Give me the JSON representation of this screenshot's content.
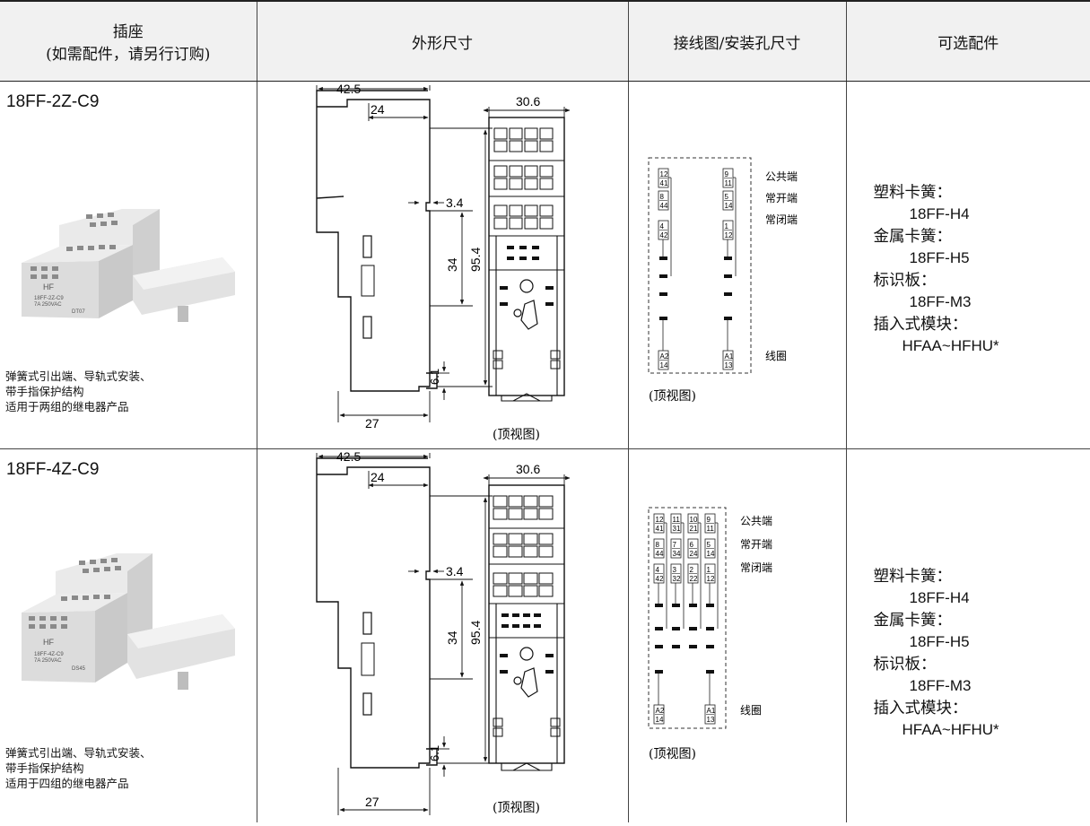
{
  "headers": {
    "socket_line1": "插座",
    "socket_line2": "(如需配件，请另行订购)",
    "dimensions": "外形尺寸",
    "wiring": "接线图/安装孔尺寸",
    "accessories": "可选配件"
  },
  "rows": [
    {
      "model": "18FF-2Z-C9",
      "desc": [
        "弹簧式引出端、导轨式安装、",
        "带手指保护结构",
        "适用于两组的继电器产品"
      ],
      "photo": {
        "brand": "HF",
        "model": "18FF-2Z-C9",
        "rating": "7A 250VAC",
        "cert": "DT07"
      },
      "dims": {
        "width": "42.5",
        "step": "24",
        "gap": "3.4",
        "inner": "34",
        "height": "95.4",
        "foot": "6.1",
        "base": "27",
        "top_width": "30.6",
        "top_view": "(顶视图)"
      },
      "wiring": {
        "columns": [
          {
            "top": [
              "12",
              "41"
            ],
            "mid": [
              "8",
              "44"
            ],
            "low": [
              "4",
              "42"
            ],
            "coil": [
              "A2",
              "14"
            ]
          },
          {
            "top": [
              "9",
              "11"
            ],
            "mid": [
              "5",
              "14"
            ],
            "low": [
              "1",
              "12"
            ],
            "coil": [
              "A1",
              "13"
            ]
          }
        ],
        "legend_common": "公共端",
        "legend_no": "常开端",
        "legend_nc": "常闭端",
        "legend_coil": "线圈",
        "top_view": "(顶视图)"
      },
      "accessories": [
        {
          "label": "塑料卡簧：",
          "value": "18FF-H4"
        },
        {
          "label": "金属卡簧：",
          "value": "18FF-H5"
        },
        {
          "label": "标识板：",
          "value": "18FF-M3"
        },
        {
          "label": "插入式模块：",
          "value": "HFAA~HFHU*"
        }
      ]
    },
    {
      "model": "18FF-4Z-C9",
      "desc": [
        "弹簧式引出端、导轨式安装、",
        "带手指保护结构",
        "适用于四组的继电器产品"
      ],
      "photo": {
        "brand": "HF",
        "model": "18FF-4Z-C9",
        "rating": "7A 250VAC",
        "cert": "DS45"
      },
      "dims": {
        "width": "42.5",
        "step": "24",
        "gap": "3.4",
        "inner": "34",
        "height": "95.4",
        "foot": "6.1",
        "base": "27",
        "top_width": "30.6",
        "top_view": "(顶视图)"
      },
      "wiring": {
        "columns": [
          {
            "top": [
              "12",
              "41"
            ],
            "mid": [
              "8",
              "44"
            ],
            "low": [
              "4",
              "42"
            ],
            "coil": [
              "A2",
              "14"
            ]
          },
          {
            "top": [
              "11",
              "31"
            ],
            "mid": [
              "7",
              "34"
            ],
            "low": [
              "3",
              "32"
            ]
          },
          {
            "top": [
              "10",
              "21"
            ],
            "mid": [
              "6",
              "24"
            ],
            "low": [
              "2",
              "22"
            ]
          },
          {
            "top": [
              "9",
              "11"
            ],
            "mid": [
              "5",
              "14"
            ],
            "low": [
              "1",
              "12"
            ],
            "coil": [
              "A1",
              "13"
            ]
          }
        ],
        "legend_common": "公共端",
        "legend_no": "常开端",
        "legend_nc": "常闭端",
        "legend_coil": "线圈",
        "top_view": "(顶视图)"
      },
      "accessories": [
        {
          "label": "塑料卡簧：",
          "value": "18FF-H4"
        },
        {
          "label": "金属卡簧：",
          "value": "18FF-H5"
        },
        {
          "label": "标识板：",
          "value": "18FF-M3"
        },
        {
          "label": "插入式模块：",
          "value": "HFAA~HFHU*"
        }
      ]
    }
  ]
}
